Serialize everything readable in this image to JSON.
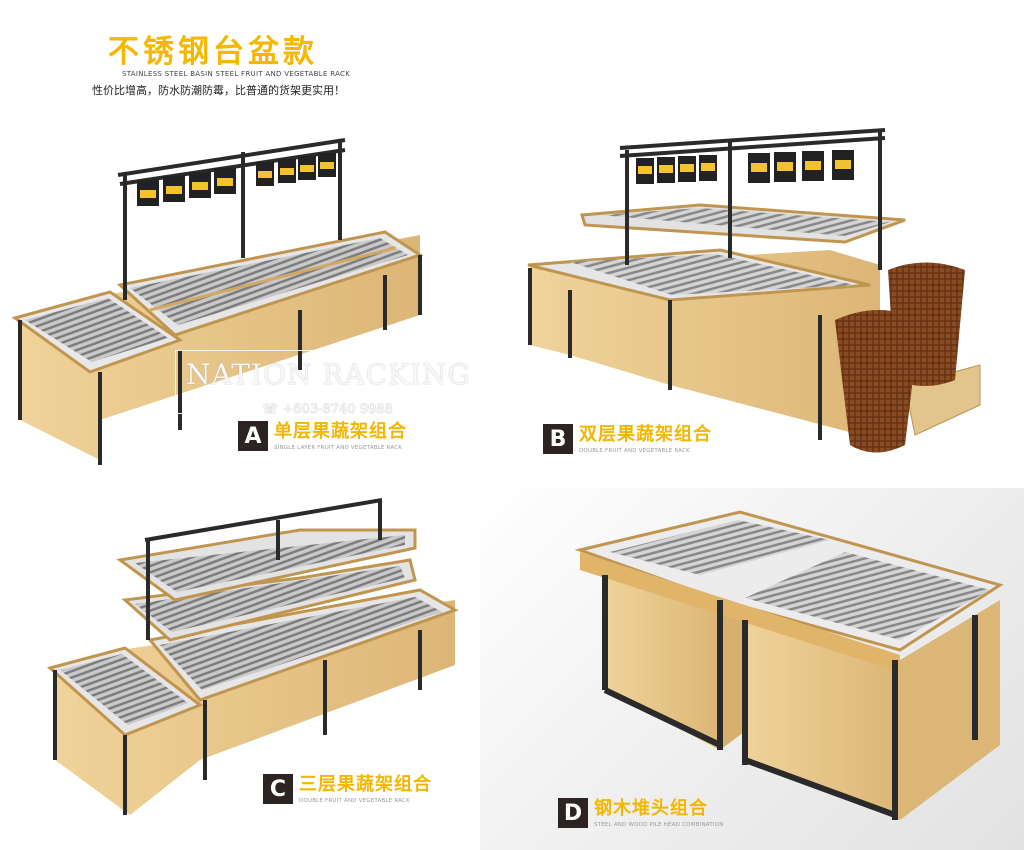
{
  "header": {
    "title": "不锈钢台盆款",
    "subtitle_en": "STAINLESS STEEL BASIN STEEL FRUIT AND VEGETABLE RACK",
    "slogan": "性价比增高，防水防潮防霉，比普通的货架更实用！"
  },
  "watermark": {
    "brand": "NATION RACKING",
    "phone": "+603-8740 9988",
    "phone_icon": "phone-icon"
  },
  "products": [
    {
      "letter": "A",
      "name_cn": "单层果蔬架组合",
      "name_en": "SINGLE LAYER FRUIT AND VEGETABLE RACK"
    },
    {
      "letter": "B",
      "name_cn": "双层果蔬架组合",
      "name_en": "DOUBLE FRUIT AND VEGETABLE RACK"
    },
    {
      "letter": "C",
      "name_cn": "三层果蔬架组合",
      "name_en": "DOUBLE FRUIT AND VEGETABLE RACK"
    },
    {
      "letter": "D",
      "name_cn": "钢木堆头组合",
      "name_en": "STEEL AND WOOD PILE HEAD COMBINATION"
    }
  ],
  "colors": {
    "accent": "#f5b800",
    "wood": "#e9c98c",
    "frame": "#2a2a2a",
    "steel": "#a8a8a8",
    "label_bg": "#2b2422"
  }
}
